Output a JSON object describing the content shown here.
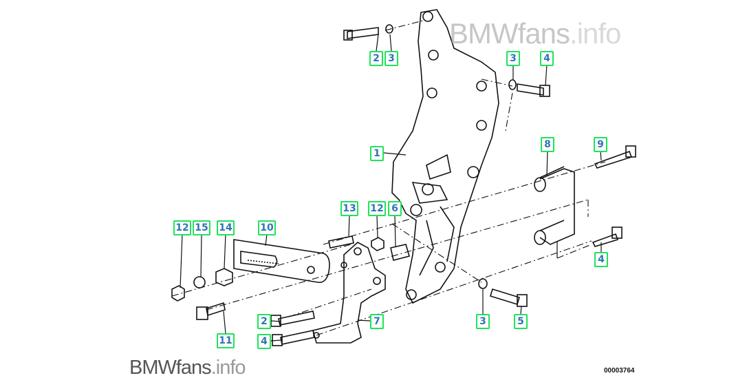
{
  "watermark": {
    "brand": "BMWfans",
    "suffix": ".info"
  },
  "diagram_number": "00003764",
  "callouts": [
    "2",
    "3",
    "3",
    "4",
    "1",
    "8",
    "9",
    "13",
    "12",
    "6",
    "12",
    "15",
    "14",
    "10",
    "4",
    "2",
    "7",
    "3",
    "5",
    "4",
    "11"
  ],
  "colors": {
    "callout_border": "#1ee35a",
    "callout_text": "#2f74b5"
  }
}
